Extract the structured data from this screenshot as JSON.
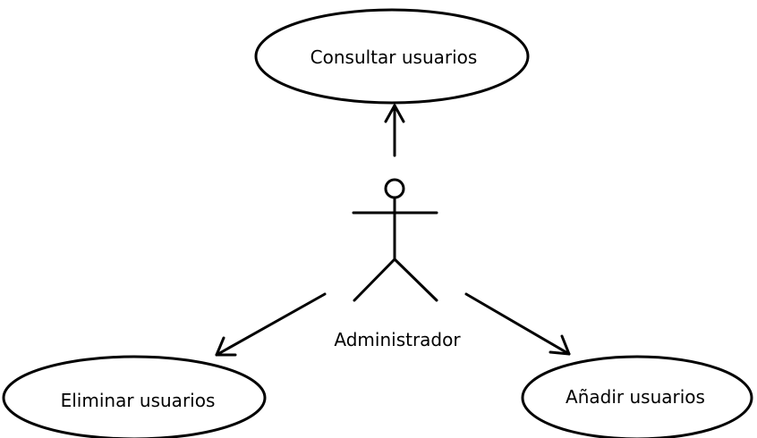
{
  "diagram": {
    "actor": {
      "label": "Administrador"
    },
    "use_cases": [
      {
        "id": "consultar",
        "label": "Consultar usuarios"
      },
      {
        "id": "eliminar",
        "label": "Eliminar usuarios"
      },
      {
        "id": "anadir",
        "label": "Añadir usuarios"
      }
    ],
    "colors": {
      "line": "#000000",
      "background": "#ffffff"
    }
  }
}
